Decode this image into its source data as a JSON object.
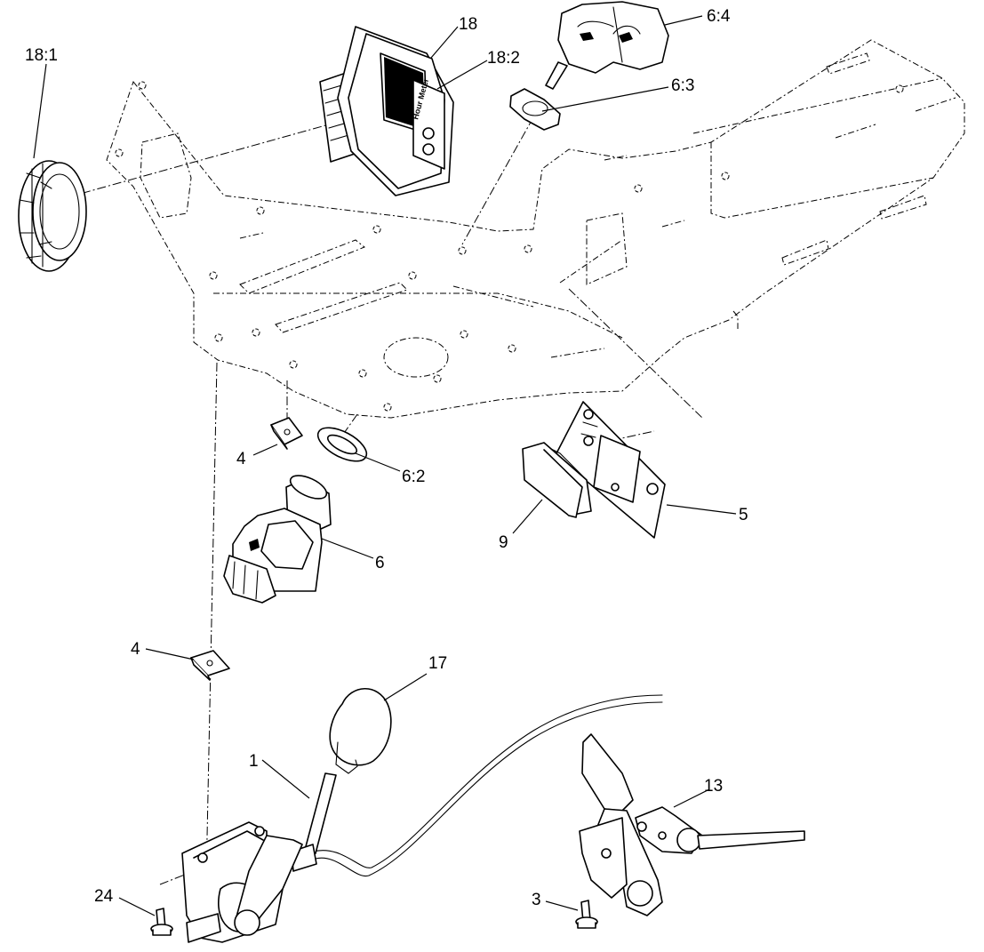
{
  "callouts": {
    "c18_1": "18:1",
    "c18": "18",
    "c18_2": "18:2",
    "c6_4": "6:4",
    "c6_3": "6:3",
    "c4_upper": "4",
    "c6_2": "6:2",
    "c6": "6",
    "c9": "9",
    "c5": "5",
    "c4_lower": "4",
    "c17": "17",
    "c1": "1",
    "c13": "13",
    "c24": "24",
    "c3": "3"
  },
  "colors": {
    "line": "#000000",
    "background": "#ffffff"
  }
}
